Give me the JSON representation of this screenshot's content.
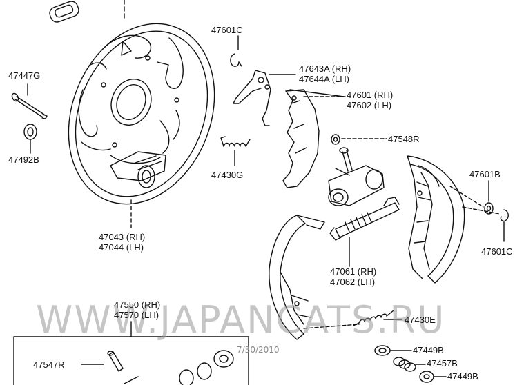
{
  "parts": {
    "p47601C_top": "47601C",
    "p47643A": "47643A (RH)",
    "p47644A": "47644A (LH)",
    "p47447G": "47447G",
    "p47601": "47601 (RH)",
    "p47602": "47602 (LH)",
    "p47492B": "47492B",
    "p47548R": "47548R",
    "p47430G": "47430G",
    "p47601B": "47601B",
    "p47043": "47043 (RH)",
    "p47044": "47044 (LH)",
    "p47601C_right": "47601C",
    "p47061": "47061 (RH)",
    "p47062": "47062 (LH)",
    "p47550": "47550 (RH)",
    "p47570": "47570 (LH)",
    "p47430E": "47430E",
    "p47449B_1": "47449B",
    "p47547R": "47547R",
    "p47457B": "47457B",
    "p47449B_2": "47449B"
  },
  "watermark": "WWW.JAPANCATS.RU",
  "date_stamp": "7/30/2010"
}
